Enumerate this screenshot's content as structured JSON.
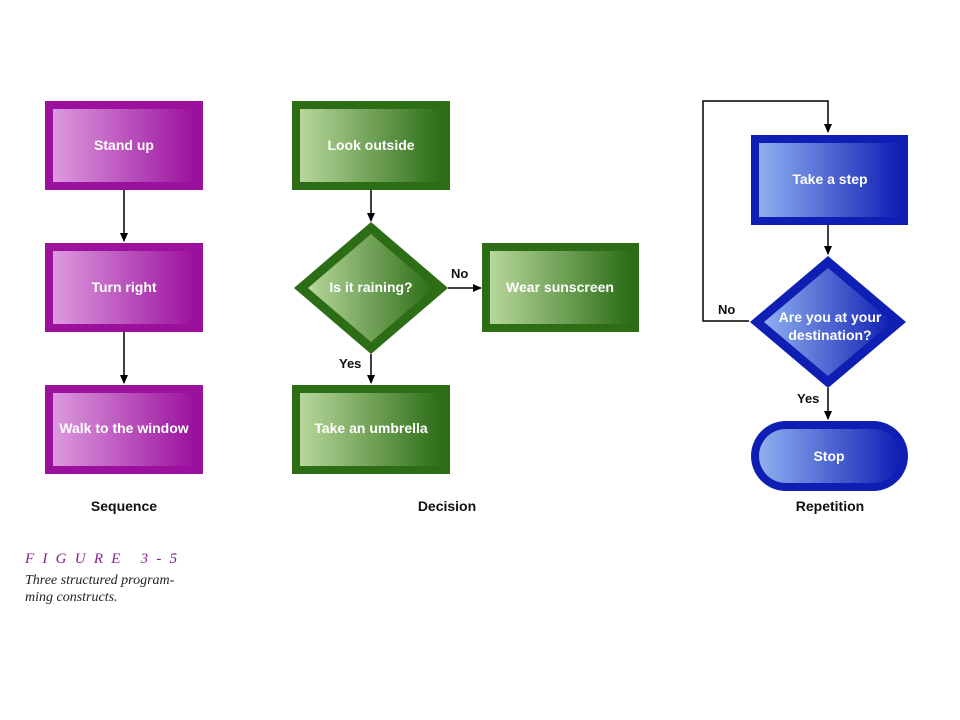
{
  "colors": {
    "sequence": "#9b119d",
    "sequence_light": "#dc9ade",
    "decision": "#2c6d16",
    "decision_light": "#b7d79b",
    "repetition": "#0f1fb4",
    "repetition_light": "#8fb0f0",
    "caption_accent": "#8a1d8c"
  },
  "sequence": {
    "label": "Sequence",
    "steps": [
      "Stand up",
      "Turn right",
      "Walk to the window"
    ]
  },
  "decision": {
    "label": "Decision",
    "start": "Look outside",
    "question": "Is it raining?",
    "no_label": "No",
    "no_action": "Wear sunscreen",
    "yes_label": "Yes",
    "yes_action": "Take an umbrella"
  },
  "repetition": {
    "label": "Repetition",
    "step": "Take a step",
    "question_line1": "Are you at your",
    "question_line2": "destination?",
    "no_label": "No",
    "yes_label": "Yes",
    "end": "Stop"
  },
  "caption": {
    "figure": "FIGURE 3-5",
    "text_line1": "Three structured program-",
    "text_line2": "ming constructs."
  }
}
